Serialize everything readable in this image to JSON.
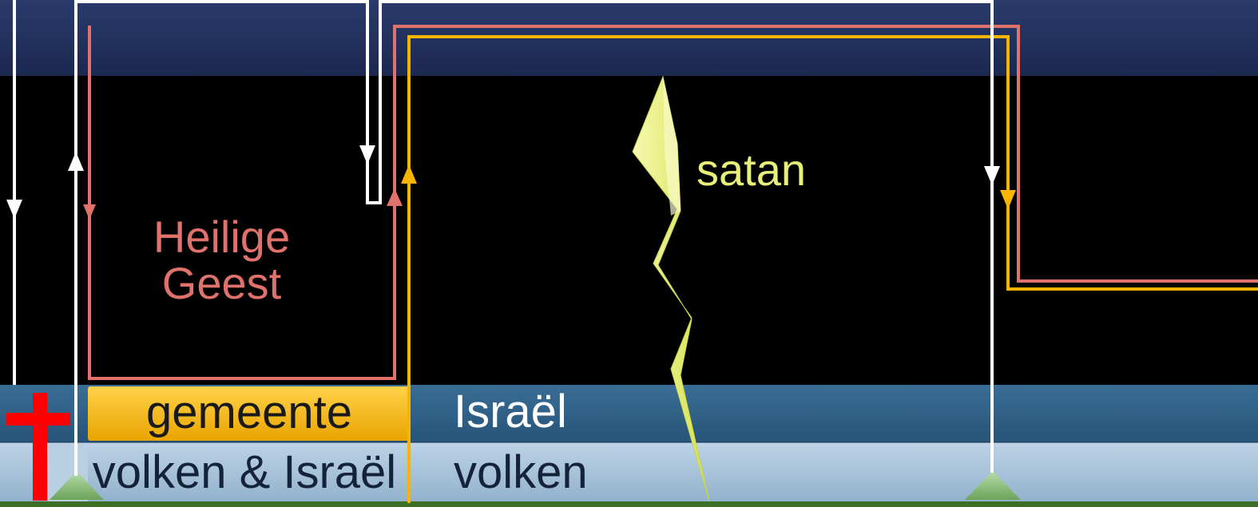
{
  "labels": {
    "heilige_geest": "Heilige Geest",
    "satan": "satan",
    "gemeente": "gemeente",
    "israel": "Israël",
    "volken_israel": "volken & Israël",
    "volken": "volken"
  },
  "colors": {
    "top_band": "#1e2d58",
    "background": "#000000",
    "israel_band": "#2f6189",
    "volken_band": "#a9c4dc",
    "gemeente_band": "#f3b400",
    "heilige_geest": "#e0716b",
    "satan": "#e8f07a",
    "yellow_line": "#f7b400",
    "white_line": "#ffffff",
    "cross": "#ff0000",
    "ground": "#3c6e25",
    "mountain": "#8fc27a"
  },
  "icons": [
    "cross-icon",
    "lightning-bolt-icon",
    "mountain-icon"
  ]
}
